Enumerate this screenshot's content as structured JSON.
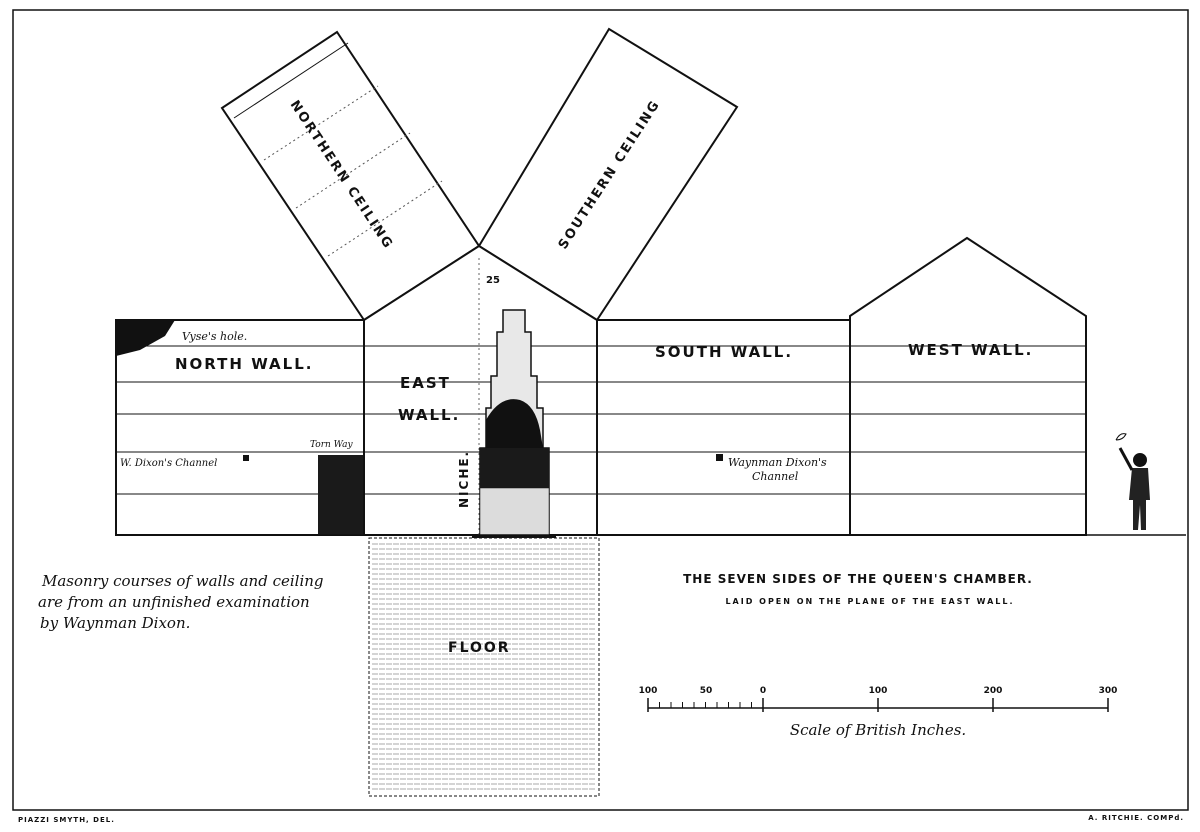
{
  "labels": {
    "northern_ceiling": "NORTHERN CEILING",
    "southern_ceiling": "SOUTHERN CEILING",
    "north_wall": "NORTH WALL.",
    "east": "EAST",
    "wall": "WALL.",
    "south_wall": "SOUTH WALL.",
    "west_wall": "WEST WALL.",
    "niche": "NICHE.",
    "floor": "FLOOR",
    "niche_height": "25",
    "vyses_hole": "Vyse's hole.",
    "dixon_channel_north": "W. Dixon's Channel",
    "dixon_channel_south_1": "Waynman Dixon's",
    "dixon_channel_south_2": "Channel",
    "torn_way": "Torn Way"
  },
  "note": {
    "line1": "Masonry courses of walls and ceiling",
    "line2": "are from an unfinished examination",
    "line3": "by Waynman Dixon."
  },
  "title": {
    "main": "THE SEVEN SIDES OF THE QUEEN'S CHAMBER.",
    "sub": "LAID OPEN ON THE PLANE OF THE EAST WALL."
  },
  "scale": {
    "ticks": [
      "100",
      "50",
      "0",
      "100",
      "200",
      "300"
    ],
    "caption": "Scale of British Inches."
  },
  "credits": {
    "left": "PIAZZI SMYTH, DEL.",
    "right": "A. RITCHIE. COMPd."
  }
}
